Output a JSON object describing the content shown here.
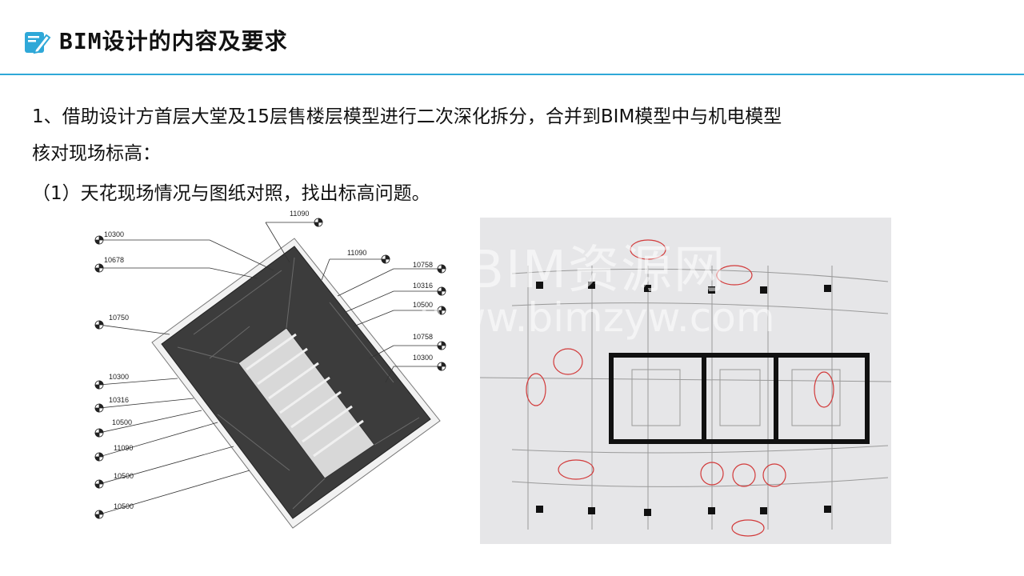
{
  "header": {
    "title": "BIM设计的内容及要求",
    "icon": "edit-note-icon",
    "accent_color": "#2fa8d8"
  },
  "body": {
    "line1": "1、借助设计方首层大堂及15层售楼层模型进行二次深化拆分，合并到BIM模型中与机电模型",
    "line2": "核对现场标高：",
    "line3": "（1）天花现场情况与图纸对照，找出标高问题。"
  },
  "model_labels": {
    "top": "11090",
    "l1": "10300",
    "l2": "10678",
    "l3": "10750",
    "l4": "10300",
    "l5": "10316",
    "l6": "10500",
    "l7": "11090",
    "l8": "10500",
    "l9": "10500",
    "r1": "11090",
    "r2": "10758",
    "r3": "10316",
    "r4": "10500",
    "r5": "10758",
    "r6": "10300"
  },
  "watermark": {
    "line1": "BIM资源网",
    "line2": "www.bimzyw.com"
  }
}
